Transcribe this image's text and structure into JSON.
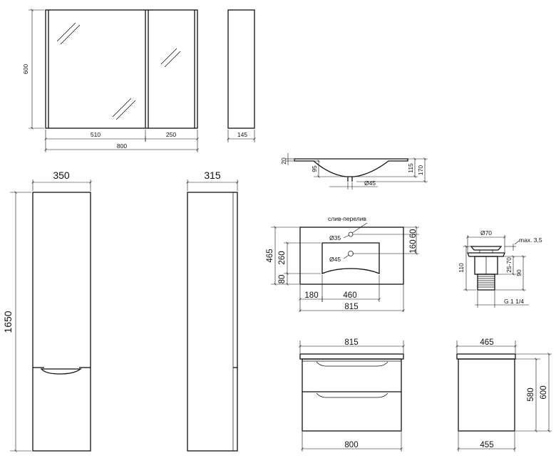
{
  "mirror_cabinet": {
    "height": "600",
    "left_width": "510",
    "right_width": "250",
    "total_width": "800",
    "depth": "145"
  },
  "tall_cabinet": {
    "width": "350",
    "depth": "315",
    "height": "1650"
  },
  "basin_section": {
    "rim": "20",
    "bowl": "95",
    "h1": "115",
    "h2": "170",
    "drain": "Ø45"
  },
  "basin_plan": {
    "label_overflow": "слив-перелив",
    "hole_overflow": "Ø35",
    "hole_drain": "Ø45",
    "depth": "465",
    "bowl_depth": "260",
    "front": "80",
    "back_60": "60",
    "back_160": "160",
    "left_offset": "180",
    "bowl_width": "460",
    "total_width": "815"
  },
  "drain_valve": {
    "diameter": "Ø70",
    "max": "max. 3,5",
    "h110": "110",
    "h90": "90",
    "range": "25-70",
    "thread": "G 1 1/4"
  },
  "vanity_front": {
    "top_width": "815",
    "body_width": "800"
  },
  "vanity_side": {
    "top_depth": "465",
    "body_depth": "455",
    "h580": "580",
    "h600": "600"
  }
}
